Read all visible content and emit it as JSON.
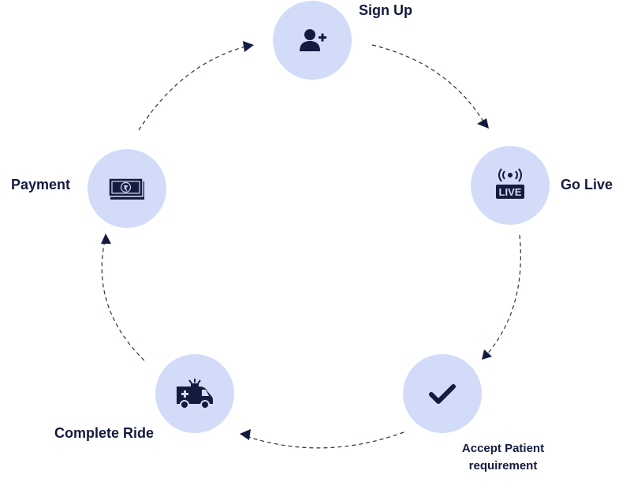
{
  "colors": {
    "node_fill": "#d2dcf9",
    "icon": "#141b3f",
    "text": "#141b3f",
    "arc": "#2a2f45"
  },
  "steps": [
    {
      "label": "Sign Up",
      "icon": "user-plus-icon"
    },
    {
      "label": "Go Live",
      "icon": "live-broadcast-icon"
    },
    {
      "label": "Accept Patient requirement",
      "line1": "Accept Patient",
      "line2": "requirement",
      "icon": "checkmark-icon"
    },
    {
      "label": "Complete Ride",
      "icon": "ambulance-icon"
    },
    {
      "label": "Payment",
      "icon": "rupee-cash-icon"
    }
  ]
}
